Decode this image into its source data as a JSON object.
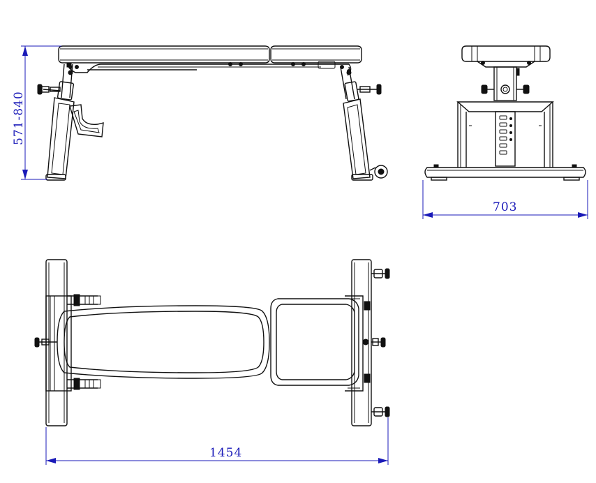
{
  "dimensions": {
    "height_range": "571-840",
    "width": "703",
    "length": "1454"
  },
  "colors": {
    "outline": "#111111",
    "dimension": "#1a1ab8",
    "background": "#ffffff"
  }
}
